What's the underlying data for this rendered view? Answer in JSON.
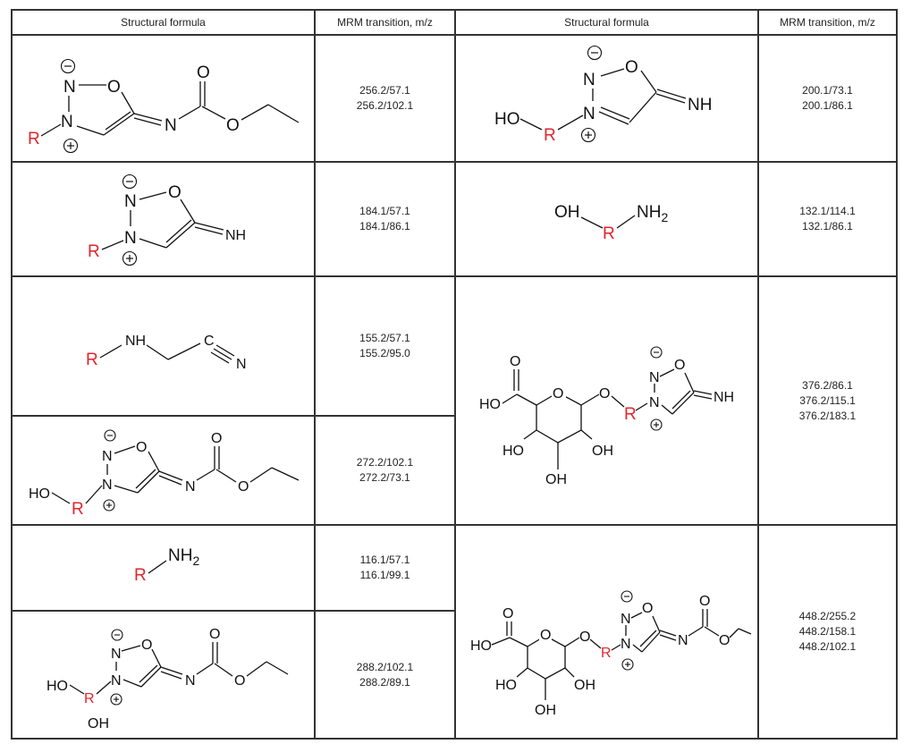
{
  "table": {
    "headers": [
      "Structural formula",
      "MRM transition, m/z",
      "Structural formula",
      "MRM transition, m/z"
    ],
    "left": [
      {
        "structure_icon": "ethyl-carbamate-sydnone-imine-R",
        "mrm": [
          "256.2/57.1",
          "256.2/102.1"
        ]
      },
      {
        "structure_icon": "sydnone-imine-R",
        "mrm": [
          "184.1/57.1",
          "184.1/86.1"
        ]
      },
      {
        "structure_icon": "R-aminoacetonitrile",
        "mrm": [
          "155.2/57.1",
          "155.2/95.0"
        ]
      },
      {
        "structure_icon": "HO-R-ethyl-carbamate-sydnone-imine",
        "mrm": [
          "272.2/102.1",
          "272.2/73.1"
        ]
      },
      {
        "structure_icon": "R-amine",
        "mrm": [
          "116.1/57.1",
          "116.1/99.1"
        ]
      },
      {
        "structure_icon": "dihydroxy-R-ethyl-carbamate-sydnone-imine",
        "mrm": [
          "288.2/102.1",
          "288.2/89.1"
        ]
      }
    ],
    "right": [
      {
        "structure_icon": "HO-R-sydnone-imine",
        "mrm": [
          "200.1/73.1",
          "200.1/86.1"
        ]
      },
      {
        "structure_icon": "HO-R-amine",
        "mrm": [
          "132.1/114.1",
          "132.1/86.1"
        ]
      },
      {
        "structure_icon": "glucuronide-R-sydnone-imine",
        "mrm": [
          "376.2/86.1",
          "376.2/115.1",
          "376.2/183.1"
        ]
      },
      {
        "structure_icon": "glucuronide-R-ethyl-carbamate-sydnone-imine",
        "mrm": [
          "448.2/255.2",
          "448.2/158.1",
          "448.2/102.1"
        ]
      }
    ]
  },
  "atoms": {
    "R": "R",
    "N": "N",
    "O": "O",
    "NH": "NH",
    "HO": "HO",
    "OH": "OH",
    "NH2": "NH2",
    "NH2_sub": "2",
    "C": "C",
    "minus": "−",
    "plus": "+"
  },
  "colors": {
    "r_group": "#e2252b",
    "border": "#333333",
    "text": "#222222"
  }
}
